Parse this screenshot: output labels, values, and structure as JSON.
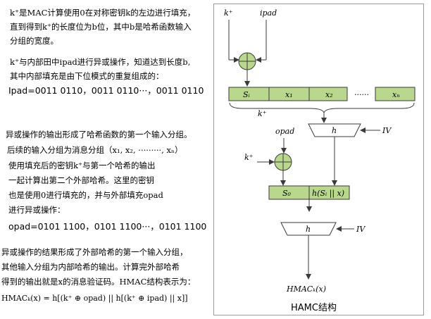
{
  "left_text": {
    "p1_l1": "k⁺是MAC计算使用0在对称密钥k的左边进行填充，",
    "p1_l2": "直到得到k⁺的长度位为b位，其中b是哈希函数输入",
    "p1_l3": "分组的宽度。",
    "p2_l1": "k⁺与内部田中ipad进行异或操作，知道达到长度b,",
    "p2_l2": "其中内部填充是由下位模式的重复组成的：",
    "ipad_line": "Ipad=0011 0110，0011 0110···，0011 0110",
    "p3_l1": "异或操作的输出形成了哈希函数的第一个输入分组。",
    "p3_l2": "后续的输入分组为消息分组（x₁, x₂, ·········, xₙ）",
    "p4_l1": "使用填充后的密钥k⁺与第一个哈希的输出",
    "p4_l2": "一起计算出第二个外部哈希。这里的密钥",
    "p4_l3": "也是使用0进行填充的，并与外部填充opad",
    "p4_l4": "进行异或操作：",
    "opad_line": "opad=0101 1100，0101 1100···，0101 1100",
    "p5_l1": "异或操作的结果形成了外部哈希的第一个输入分组，",
    "p5_l2": "其他输入分组为内部哈希的输出。计算完外部哈希",
    "p5_l3": "得到的输出就是x的消息验证码。HMAC结构表示为：",
    "formula": "HMACₖ(x) = h[(k⁺ ⊕ opad) || h[(k⁺ ⊕ ipad) || x]]"
  },
  "diagram": {
    "k_plus_top": "k⁺",
    "ipad": "ipad",
    "s_i": "Sᵢ",
    "x1": "x₁",
    "x2": "x₂",
    "dots": "······",
    "xn": "xₙ",
    "k_plus_mid": "k⁺",
    "opad": "opad",
    "h_inner": "h",
    "iv_1": "IV",
    "k_plus_left": "k⁺",
    "s_o": "S₀",
    "h_si_x": "h(Sᵢ || x)",
    "h_outer": "h",
    "iv_2": "IV",
    "hmac_out": "HMACₖ(x)",
    "caption": "HAMC结构"
  },
  "colors": {
    "xor_fill": "#b9d88d",
    "block_fill": "#b9d88d",
    "stroke": "#3a3a3a"
  }
}
